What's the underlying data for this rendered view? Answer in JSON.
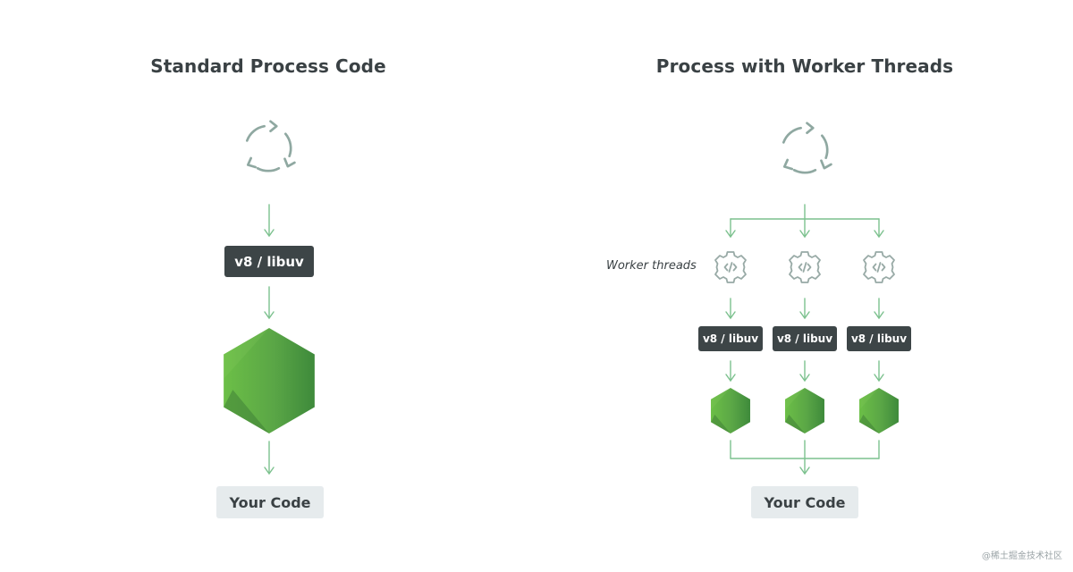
{
  "left": {
    "title": "Standard Process Code",
    "engine_label": "v8 / libuv",
    "output_label": "Your Code"
  },
  "right": {
    "title": "Process with Worker Threads",
    "worker_label": "Worker threads",
    "engine_labels": [
      "v8 / libuv",
      "v8 / libuv",
      "v8 / libuv"
    ],
    "output_label": "Your Code"
  },
  "watermark": "@稀土掘金技术社区",
  "colors": {
    "arrow": "#7cc18e",
    "cycle": "#8fa8a1",
    "gear": "#98aaa6",
    "node_green": "#5aa646",
    "engine_bg": "#3d4547",
    "output_bg": "#e6ebed"
  },
  "icons": {
    "cycle": "refresh-cycle-icon",
    "worker": "code-gear-icon",
    "runtime": "nodejs-hexagon-icon"
  }
}
